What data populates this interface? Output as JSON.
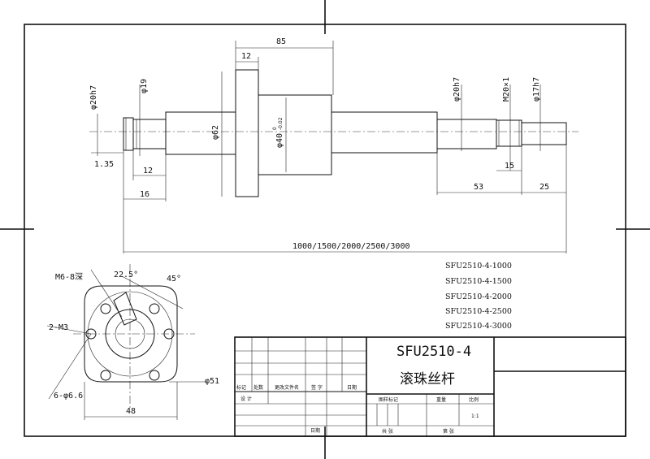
{
  "drawing": {
    "title": "SFU2510-4",
    "subtitle": "滚珠丝杆",
    "scale": "1:1",
    "models": [
      "SFU2510-4-1000",
      "SFU2510-4-1500",
      "SFU2510-4-2000",
      "SFU2510-4-2500",
      "SFU2510-4-3000"
    ],
    "title_block": {
      "mark": "标记",
      "count": "处数",
      "doc_no": "更改文件名",
      "sign": "签 字",
      "date": "日期",
      "design": "设 计",
      "review": "日期",
      "stage_mark": "图样标记",
      "weight": "重量",
      "ratio": "比例",
      "sheets_total": "共 张",
      "sheet_no": "第 张"
    }
  },
  "dims": {
    "flange_len": "85",
    "flange_thk": "12",
    "d_left_journal": "φ20h7",
    "d_left_19": "φ19",
    "d_shaft_62": "φ62",
    "d_nut": "φ40",
    "nut_tol_upper": "0",
    "nut_tol_lower": "-0.02",
    "d_right_journal": "φ20h7",
    "thread": "M20×1",
    "d_end": "φ17h7",
    "groove": "1.35",
    "len_12": "12",
    "len_16": "16",
    "len_15": "15",
    "len_53": "53",
    "len_25": "25",
    "total_len": "1000/1500/2000/2500/3000"
  },
  "flange_view": {
    "tap_hole": "M6-8深",
    "angle_small": "22.5°",
    "angle_45": "45°",
    "m3": "2-M3",
    "holes": "6-φ6.6",
    "pcd": "φ51",
    "width": "48"
  }
}
